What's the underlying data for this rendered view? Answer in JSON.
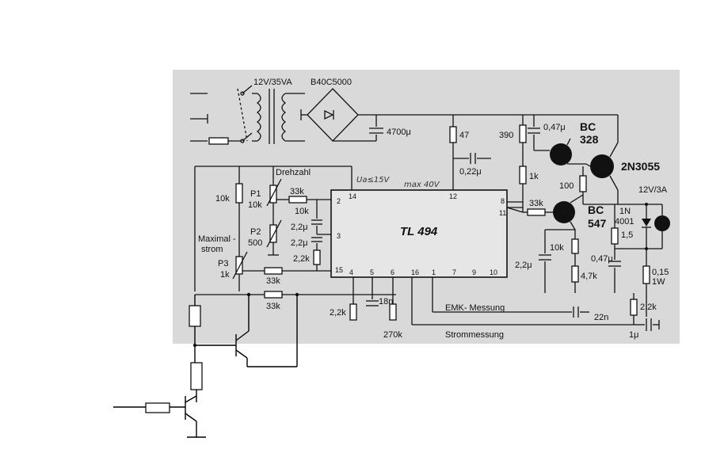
{
  "labels": {
    "transformer": "12V/35VA",
    "rectifier": "B40C5000",
    "cap_main": "4700μ",
    "r47": "47",
    "r390": "390",
    "c047_top": "0,47μ",
    "t_bc328_a": "BC",
    "t_bc328_b": "328",
    "t_2n3055": "2N3055",
    "c022": "0,22μ",
    "r1k_top": "1k",
    "r100": "100",
    "out_voltage": "12V/3A",
    "drehzahl": "Drehzahl",
    "r10k_left": "10k",
    "p1_a": "P1",
    "p1_b": "10k",
    "r33k_top": "33k",
    "r10k_mid": "10k",
    "c22_a": "2,2μ",
    "c22_b": "2,2μ",
    "p2_a": "P2",
    "p2_b": "500",
    "r22k_mid": "2,2k",
    "maximal_a": "Maximal -",
    "maximal_b": "strom",
    "p3_a": "P3",
    "p3_b": "1k",
    "r33k_low": "33k",
    "r33k_bottom": "33k",
    "ic_name": "TL 494",
    "ic_note": "max 40V",
    "hand_note": "Ua≤15V",
    "r33k_right": "33k",
    "t_bc547_a": "BC",
    "t_bc547_b": "547",
    "d1n_a": "1N",
    "d1n_b": "4001",
    "r15": "1,5",
    "c22_right": "2,2μ",
    "r10k_right": "10k",
    "c047_low": "0,47μ",
    "r47k": "4,7k",
    "r015_a": "0,15",
    "r015_b": "1W",
    "r22k_low": "2,2k",
    "c18n": "18n",
    "r270k": "270k",
    "r22k_left": "2,2k",
    "emk": "EMK- Messung",
    "c22n": "22n",
    "strom": "Strommessung",
    "c1u": "1μ"
  },
  "pins": [
    "14",
    "12",
    "8",
    "11",
    "2",
    "3",
    "15",
    "4",
    "5",
    "6",
    "16",
    "1",
    "7",
    "9",
    "10"
  ]
}
